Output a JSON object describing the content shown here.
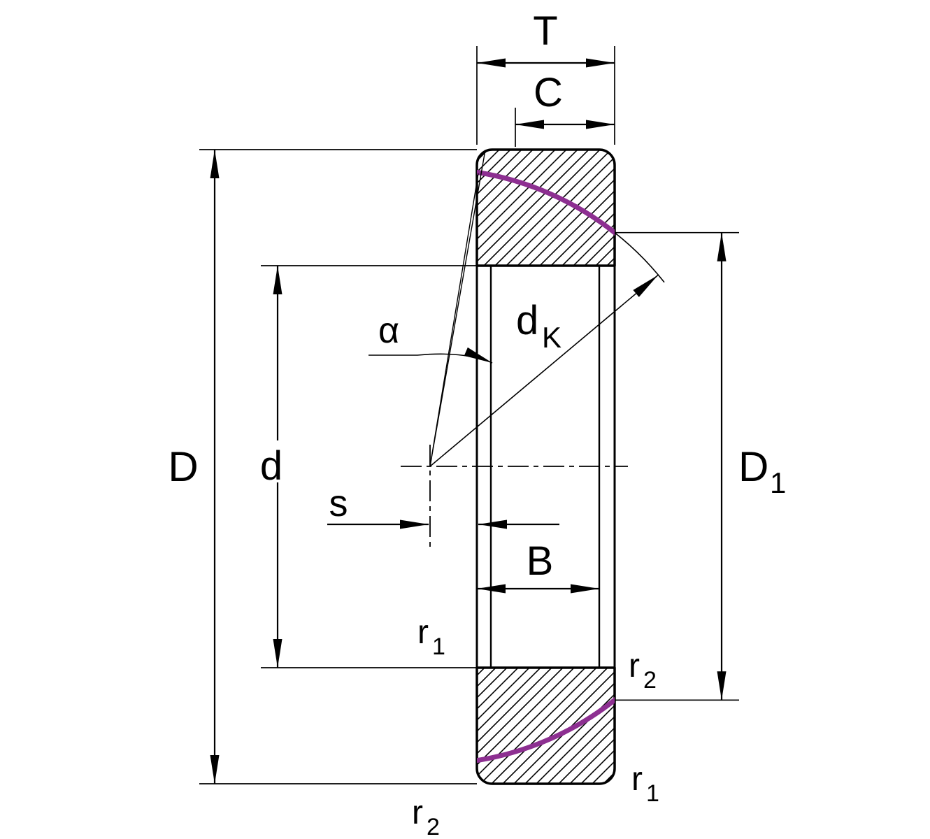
{
  "drawing": {
    "kind": "bearing cross-section dimension drawing"
  },
  "colors": {
    "ink": "#000000",
    "background": "#ffffff",
    "sliding_surface": "#8d2f91"
  },
  "labels": {
    "T": "T",
    "C": "C",
    "D": "D",
    "d": "d",
    "s": "s",
    "B": "B",
    "alpha": "α",
    "dK": {
      "base": "d",
      "sub": "K"
    },
    "D1": {
      "base": "D",
      "sub": "1"
    },
    "r1": {
      "base": "r",
      "sub": "1"
    },
    "r2": {
      "base": "r",
      "sub": "2"
    }
  }
}
